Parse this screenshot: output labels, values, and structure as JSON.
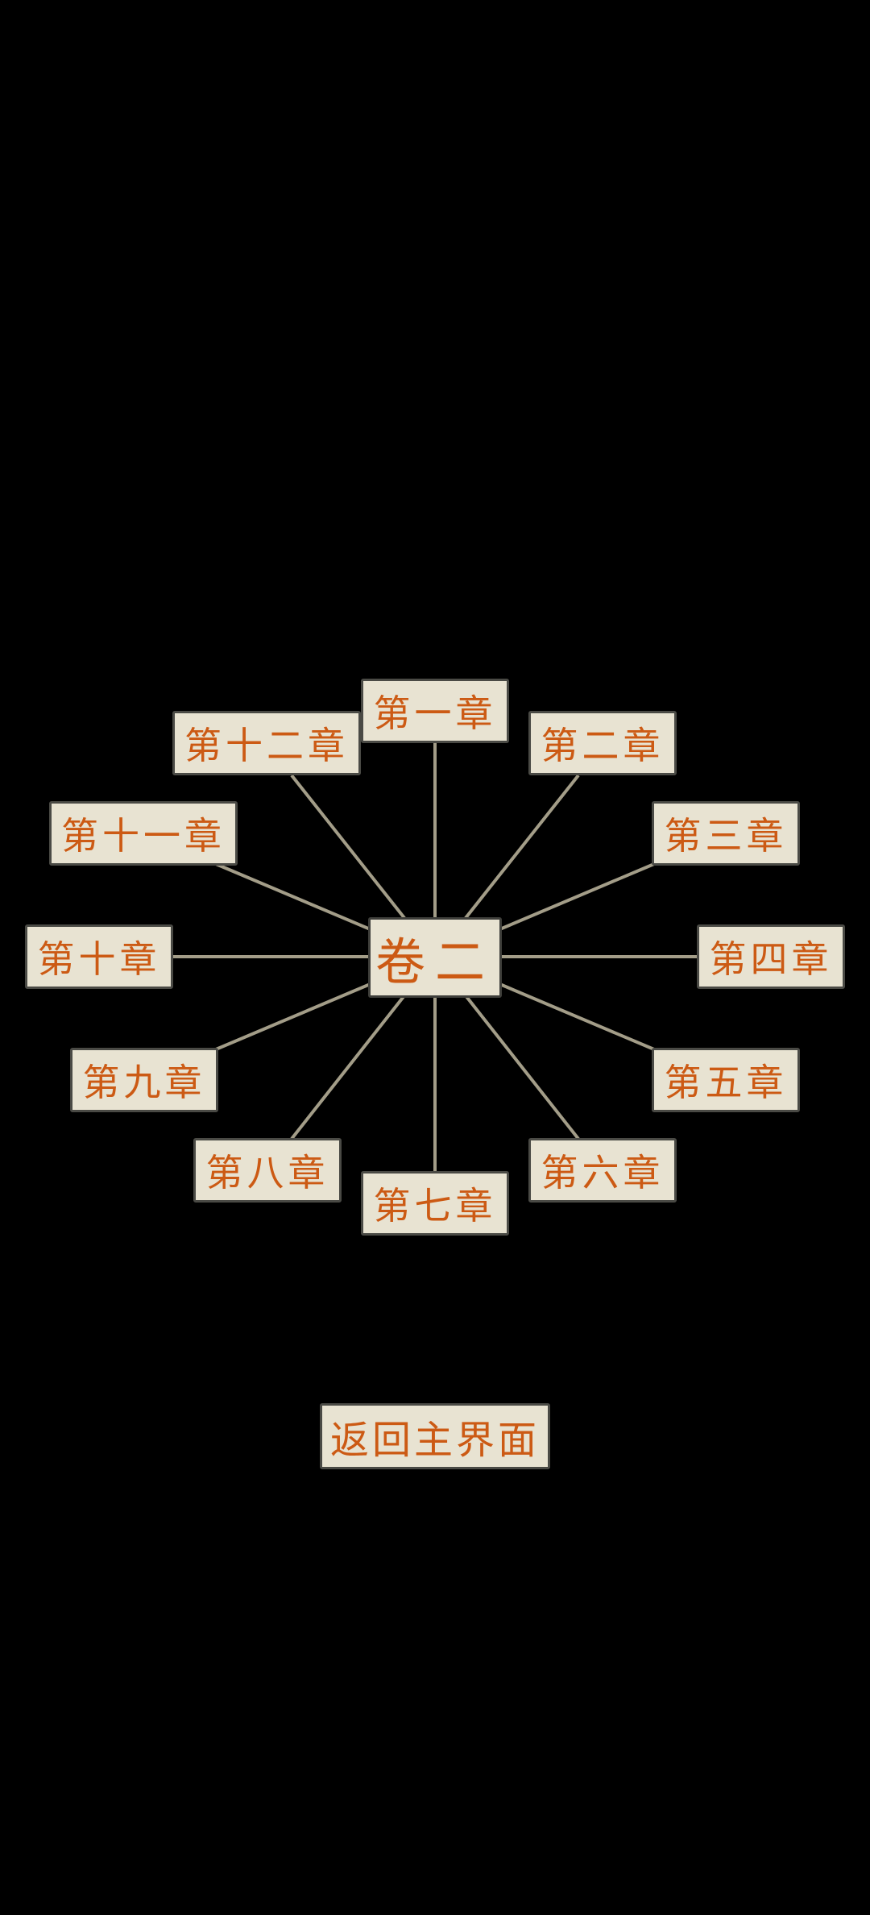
{
  "volume": {
    "title": "卷二"
  },
  "chapters": [
    {
      "label": "第一章"
    },
    {
      "label": "第二章"
    },
    {
      "label": "第三章"
    },
    {
      "label": "第四章"
    },
    {
      "label": "第五章"
    },
    {
      "label": "第六章"
    },
    {
      "label": "第七章"
    },
    {
      "label": "第八章"
    },
    {
      "label": "第九章"
    },
    {
      "label": "第十章"
    },
    {
      "label": "第十一章"
    },
    {
      "label": "第十二章"
    }
  ],
  "back_button": {
    "label": "返回主界面"
  },
  "colors": {
    "background": "#000000",
    "button_face": "#e8e3d2",
    "button_border": "#4a4a45",
    "label_text": "#cc5a14",
    "spoke_line": "#a39d88"
  }
}
